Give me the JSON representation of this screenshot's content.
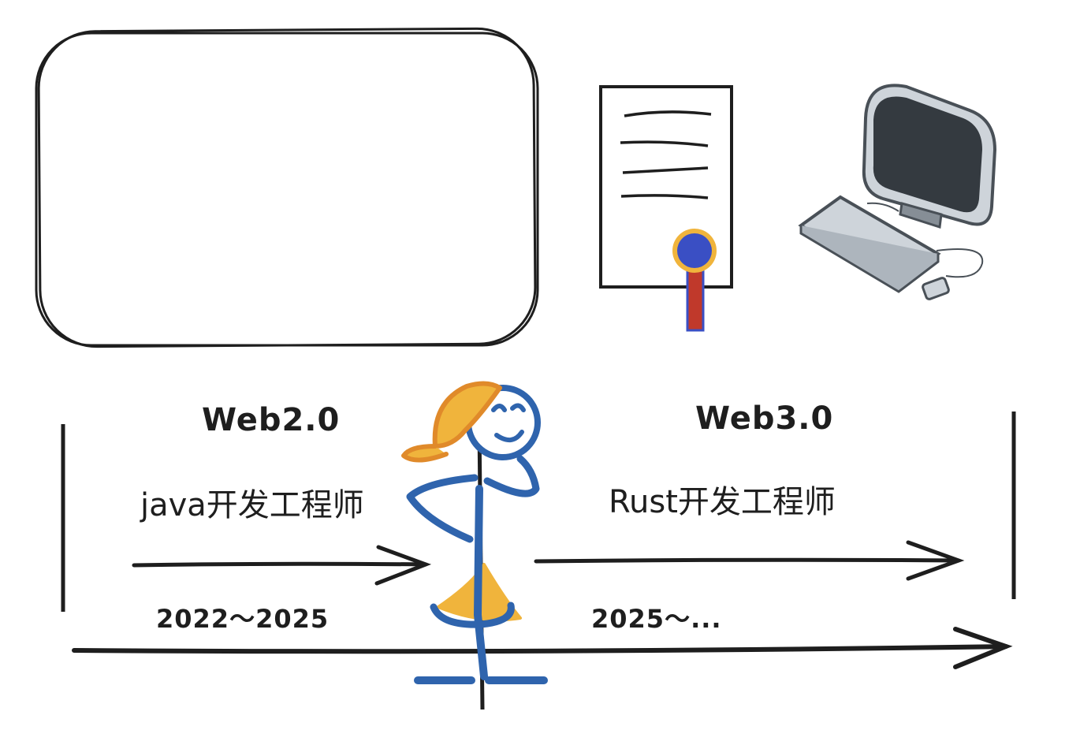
{
  "left": {
    "era": "Web2.0",
    "role": "java开发工程师",
    "years": "2022～2025"
  },
  "right": {
    "era": "Web3.0",
    "role": "Rust开发工程师",
    "years": "2025～..."
  },
  "colors": {
    "ink": "#1e1e1e",
    "figure_blue": "#2f64ad",
    "hair_orange": "#e08a2a",
    "skirt_yellow": "#f0b43c",
    "seal_blue": "#3a4fc4",
    "ribbon_red": "#c0392b",
    "monitor_screen": "#343a40",
    "monitor_bezel": "#ced4da"
  },
  "icons": [
    "empty-frame",
    "certificate-icon",
    "computer-icon",
    "person-figure"
  ]
}
